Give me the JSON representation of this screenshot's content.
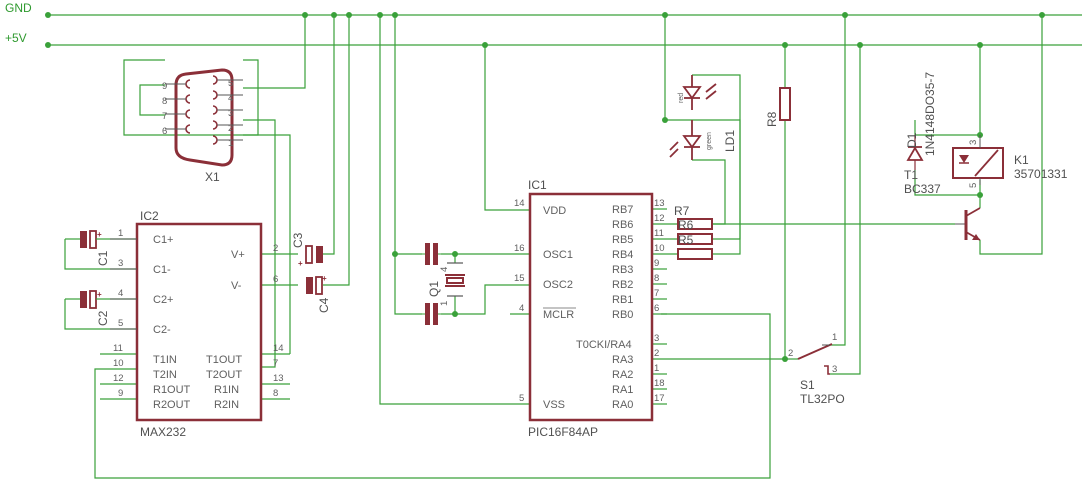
{
  "colors": {
    "wire": "#3aa13a",
    "part": "#8b2f38",
    "text": "#555555",
    "pin": "#555555",
    "net_label": "#2f9a2f"
  },
  "rails": {
    "gnd": "GND",
    "vcc": "+5V"
  },
  "ic2": {
    "ref": "IC2",
    "value": "MAX232",
    "left": [
      {
        "num": "1",
        "name": "C1+"
      },
      {
        "num": "3",
        "name": "C1-"
      },
      {
        "num": "4",
        "name": "C2+"
      },
      {
        "num": "5",
        "name": "C2-"
      },
      {
        "num": "11",
        "name": "T1IN"
      },
      {
        "num": "10",
        "name": "T2IN"
      },
      {
        "num": "12",
        "name": "R1OUT"
      },
      {
        "num": "9",
        "name": "R2OUT"
      }
    ],
    "right": [
      {
        "num": "2",
        "name": "V+"
      },
      {
        "num": "6",
        "name": "V-"
      },
      {
        "num": "14",
        "name": "T1OUT"
      },
      {
        "num": "7",
        "name": "T2OUT"
      },
      {
        "num": "13",
        "name": "R1IN"
      },
      {
        "num": "8",
        "name": "R2IN"
      }
    ]
  },
  "ic1": {
    "ref": "IC1",
    "value": "PIC16F84AP",
    "left": [
      {
        "num": "14",
        "name": "VDD"
      },
      {
        "num": "16",
        "name": "OSC1"
      },
      {
        "num": "15",
        "name": "OSC2"
      },
      {
        "num": "4",
        "name": "MCLR"
      },
      {
        "num": "5",
        "name": "VSS"
      }
    ],
    "right": [
      {
        "num": "13",
        "name": "RB7"
      },
      {
        "num": "12",
        "name": "RB6"
      },
      {
        "num": "11",
        "name": "RB5"
      },
      {
        "num": "10",
        "name": "RB4"
      },
      {
        "num": "9",
        "name": "RB3"
      },
      {
        "num": "8",
        "name": "RB2"
      },
      {
        "num": "7",
        "name": "RB1"
      },
      {
        "num": "6",
        "name": "RB0"
      },
      {
        "num": "3",
        "name": "T0CKI/RA4"
      },
      {
        "num": "2",
        "name": "RA3"
      },
      {
        "num": "1",
        "name": "RA2"
      },
      {
        "num": "18",
        "name": "RA1"
      },
      {
        "num": "17",
        "name": "RA0"
      }
    ]
  },
  "x1": {
    "ref": "X1",
    "pins": [
      "9",
      "8",
      "7",
      "6",
      "5",
      "4",
      "3",
      "2",
      "1"
    ]
  },
  "caps": {
    "c1": "C1",
    "c2": "C2",
    "c3": "C3",
    "c4": "C4"
  },
  "q1": {
    "ref": "Q1",
    "pin1": "1",
    "pin4": "4"
  },
  "resistors": {
    "r5": "R5",
    "r6": "R6",
    "r7": "R7",
    "r8": "R8"
  },
  "ld1": {
    "ref": "LD1",
    "red": "red",
    "green": "green"
  },
  "d1": {
    "ref": "D1",
    "value": "1N4148DO35-7"
  },
  "t1": {
    "ref": "T1",
    "value": "BC337"
  },
  "k1": {
    "ref": "K1",
    "value": "35701331",
    "pin3": "3",
    "pin5": "5"
  },
  "s1": {
    "ref": "S1",
    "value": "TL32PO",
    "p1": "1",
    "p2": "2",
    "p3": "3"
  }
}
